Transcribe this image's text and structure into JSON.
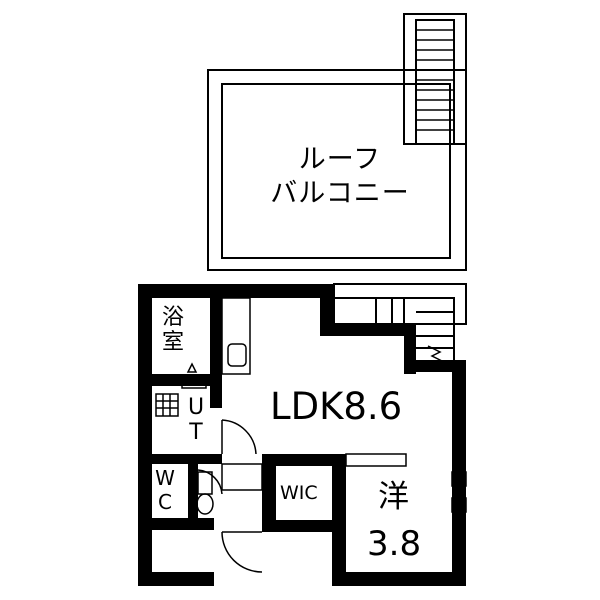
{
  "rooms": {
    "roof_balcony": {
      "line1": "ルーフ",
      "line2": "バルコニー"
    },
    "ldk": "LDK8.6",
    "bathroom": "浴室",
    "utility": "UT",
    "toilet": "WC",
    "walk_in_closet": "WIC",
    "western_room": {
      "name": "洋",
      "size": "3.8"
    }
  },
  "colors": {
    "wall": "#000000",
    "background": "#ffffff"
  }
}
